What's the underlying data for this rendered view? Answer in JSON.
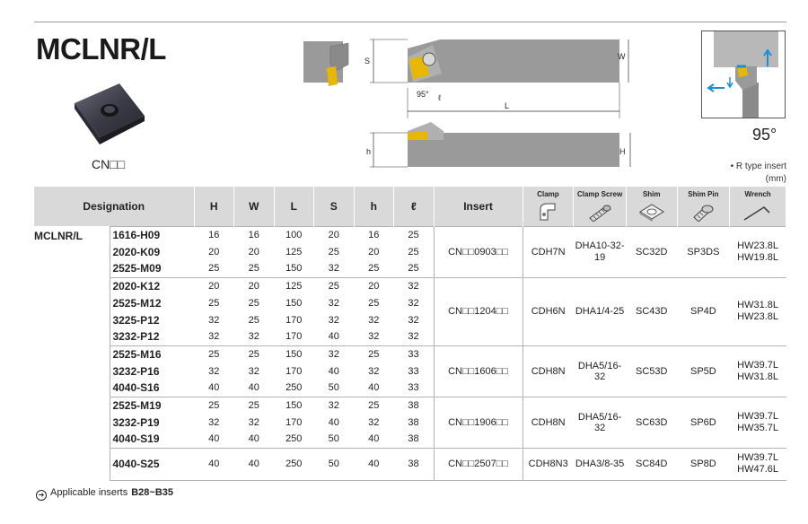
{
  "header": {
    "title": "MCLNR/L",
    "insert_code": "CN□□",
    "angle": "95°",
    "r_type_note": "• R type insert",
    "unit": "(mm)"
  },
  "diagram": {
    "dims": {
      "s": "S",
      "w": "W",
      "angle": "95°",
      "ell": "ℓ",
      "L": "L",
      "h": "h",
      "H": "H"
    }
  },
  "table": {
    "headers": {
      "designation": "Designation",
      "H": "H",
      "W": "W",
      "L": "L",
      "S": "S",
      "h": "h",
      "ell": "ℓ",
      "insert": "Insert",
      "clamp": "Clamp",
      "clamp_screw": "Clamp Screw",
      "shim": "Shim",
      "shim_pin": "Shim Pin",
      "wrench": "Wrench"
    },
    "family": "MCLNR/L",
    "rows": [
      {
        "designation": "1616-H09",
        "H": "16",
        "W": "16",
        "L": "100",
        "S": "20",
        "h": "16",
        "ell": "25"
      },
      {
        "designation": "2020-K09",
        "H": "20",
        "W": "20",
        "L": "125",
        "S": "25",
        "h": "20",
        "ell": "25"
      },
      {
        "designation": "2525-M09",
        "H": "25",
        "W": "25",
        "L": "150",
        "S": "32",
        "h": "25",
        "ell": "25"
      },
      {
        "designation": "2020-K12",
        "H": "20",
        "W": "20",
        "L": "125",
        "S": "25",
        "h": "20",
        "ell": "32"
      },
      {
        "designation": "2525-M12",
        "H": "25",
        "W": "25",
        "L": "150",
        "S": "32",
        "h": "25",
        "ell": "32"
      },
      {
        "designation": "3225-P12",
        "H": "32",
        "W": "25",
        "L": "170",
        "S": "32",
        "h": "32",
        "ell": "32"
      },
      {
        "designation": "3232-P12",
        "H": "32",
        "W": "32",
        "L": "170",
        "S": "40",
        "h": "32",
        "ell": "32"
      },
      {
        "designation": "2525-M16",
        "H": "25",
        "W": "25",
        "L": "150",
        "S": "32",
        "h": "25",
        "ell": "33"
      },
      {
        "designation": "3232-P16",
        "H": "32",
        "W": "32",
        "L": "170",
        "S": "40",
        "h": "32",
        "ell": "33"
      },
      {
        "designation": "4040-S16",
        "H": "40",
        "W": "40",
        "L": "250",
        "S": "50",
        "h": "40",
        "ell": "33"
      },
      {
        "designation": "2525-M19",
        "H": "25",
        "W": "25",
        "L": "150",
        "S": "32",
        "h": "25",
        "ell": "38"
      },
      {
        "designation": "3232-P19",
        "H": "32",
        "W": "32",
        "L": "170",
        "S": "40",
        "h": "32",
        "ell": "38"
      },
      {
        "designation": "4040-S19",
        "H": "40",
        "W": "40",
        "L": "250",
        "S": "50",
        "h": "40",
        "ell": "38"
      },
      {
        "designation": "4040-S25",
        "H": "40",
        "W": "40",
        "L": "250",
        "S": "50",
        "h": "40",
        "ell": "38"
      }
    ],
    "groups": [
      {
        "insert": "CN□□0903□□",
        "clamp": "CDH7N",
        "clamp_screw_1": "DHA10-32-",
        "clamp_screw_2": "19",
        "shim": "SC32D",
        "shim_pin": "SP3DS",
        "wrench_1": "HW23.8L",
        "wrench_2": "HW19.8L"
      },
      {
        "insert": "CN□□1204□□",
        "clamp": "CDH6N",
        "clamp_screw_1": "DHA1/4-25",
        "clamp_screw_2": "",
        "shim": "SC43D",
        "shim_pin": "SP4D",
        "wrench_1": "HW31.8L",
        "wrench_2": "HW23.8L"
      },
      {
        "insert": "CN□□1606□□",
        "clamp": "CDH8N",
        "clamp_screw_1": "DHA5/16-32",
        "clamp_screw_2": "",
        "shim": "SC53D",
        "shim_pin": "SP5D",
        "wrench_1": "HW39.7L",
        "wrench_2": "HW31.8L"
      },
      {
        "insert": "CN□□1906□□",
        "clamp": "CDH8N",
        "clamp_screw_1": "DHA5/16-32",
        "clamp_screw_2": "",
        "shim": "SC63D",
        "shim_pin": "SP6D",
        "wrench_1": "HW39.7L",
        "wrench_2": "HW35.7L"
      },
      {
        "insert": "CN□□2507□□",
        "clamp": "CDH8N3",
        "clamp_screw_1": "DHA3/8-35",
        "clamp_screw_2": "",
        "shim": "SC84D",
        "shim_pin": "SP8D",
        "wrench_1": "HW39.7L",
        "wrench_2": "HW47.6L"
      }
    ]
  },
  "footer": {
    "label": "Applicable inserts",
    "range": "B28~B35"
  },
  "colors": {
    "header_bg": "#d9d9d9",
    "insert_gold": "#e8b800",
    "holder_gray": "#9a9a9a",
    "accent_blue": "#1a8fd8"
  },
  "icons": {
    "footer": "arrow-circle-icon",
    "clamp": "clamp-icon",
    "clamp_screw": "clamp-screw-icon",
    "shim": "shim-icon",
    "shim_pin": "shim-pin-icon",
    "wrench": "wrench-icon"
  }
}
